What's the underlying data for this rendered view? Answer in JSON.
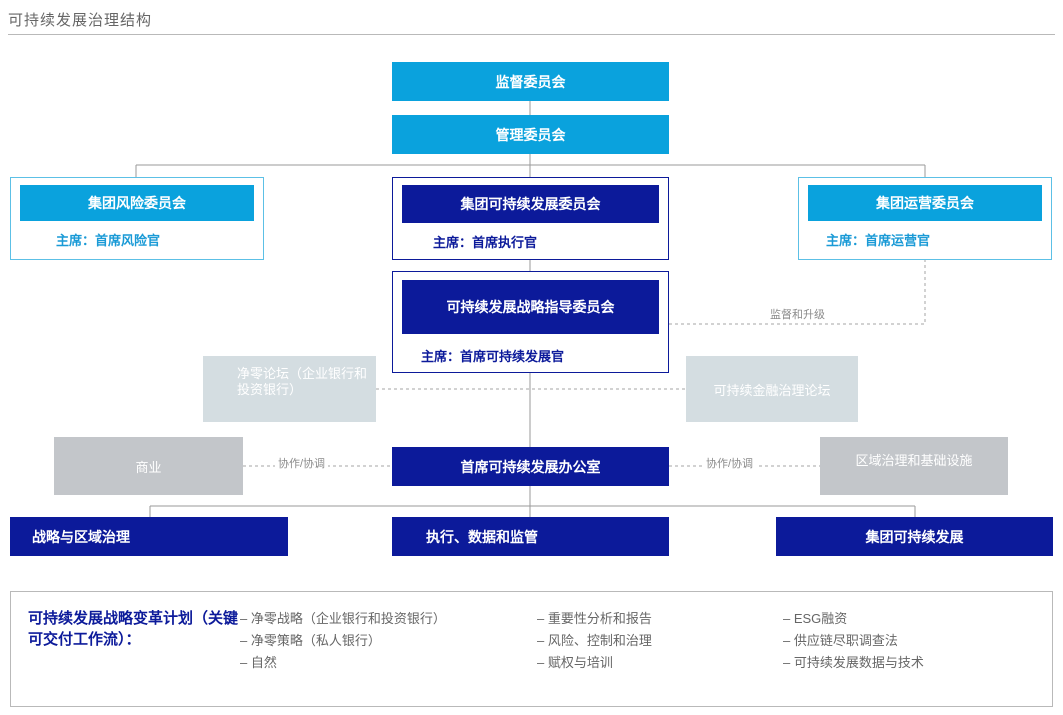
{
  "title": "可持续发展治理结构",
  "top": {
    "supervisory": "监督委员会",
    "management": "管理委员会"
  },
  "committees": {
    "risk": {
      "name": "集团风险委员会",
      "chair": "主席：首席风险官"
    },
    "sustainability": {
      "name": "集团可持续发展委员会",
      "chair": "主席：首席执行官"
    },
    "operations": {
      "name": "集团运营委员会",
      "chair": "主席：首席运营官"
    }
  },
  "steering": {
    "name": "可持续发展战略指导委员会",
    "chair": "主席：首席可持续发展官"
  },
  "forums": {
    "net_zero": "净零论坛（企业银行和投资银行）",
    "finance": "可持续金融治理论坛"
  },
  "link_labels": {
    "oversight": "监督和升级",
    "coop_left": "协作/协调",
    "coop_right": "协作/协调"
  },
  "office": "首席可持续发展办公室",
  "side_units": {
    "business": "商业",
    "regional": "区域治理和基础设施"
  },
  "bottom": {
    "strategy": "战略与区域治理",
    "execution": "执行、数据和监管",
    "group": "集团可持续发展"
  },
  "legend": {
    "title": "可持续发展战略变革计划（关键可交付工作流）：",
    "col1": [
      "– 净零战略（企业银行和投资银行）",
      "– 净零策略（私人银行）",
      "– 自然"
    ],
    "col2": [
      "– 重要性分析和报告",
      "– 风险、控制和治理",
      "– 赋权与培训"
    ],
    "col3": [
      "– ESG融资",
      "– 供应链尽职调查法",
      "– 可持续发展数据与技术"
    ]
  },
  "colors": {
    "cyan": "#0aa2dd",
    "navy": "#0c1a9a",
    "grey": "#c3c6ca",
    "light_grey": "#d4dde1"
  }
}
